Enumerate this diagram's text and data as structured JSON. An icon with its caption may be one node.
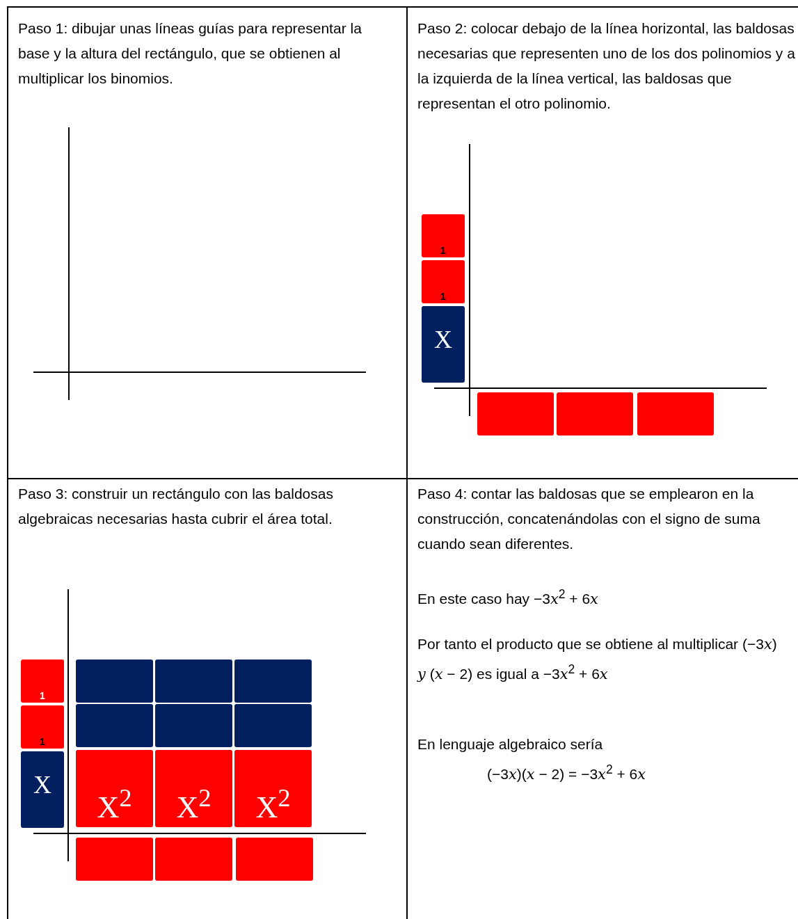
{
  "diagram": {
    "nodes": [
      {
        "text": [
          "Paso 1: dibujar unas líneas guías para representar la base y la altura del rectángulo, que se obtienen al multiplicar  los binomios."
        ]
      },
      {
        "text": [
          "Paso 2: colocar debajo de la línea horizontal, las baldosas necesarias que representen uno de los dos polinomios y a la izquierda de la línea vertical, las baldosas que representan el otro polinomio."
        ]
      },
      {
        "text": [
          "1"
        ],
        "in": 1
      },
      {
        "text": [
          "1"
        ],
        "in": 1
      },
      {
        "text": [
          "X"
        ],
        "in": 1
      },
      {
        "text": [],
        "shape": "box",
        "in": 1
      },
      {
        "text": [],
        "shape": "box",
        "in": 1
      },
      {
        "text": [],
        "shape": "box",
        "in": 1
      },
      {
        "text": [
          "Paso 3: construir un rectángulo con las baldosas algebraicas necesarias hasta cubrir el área total."
        ]
      },
      {
        "text": [
          "1"
        ],
        "in": 8
      },
      {
        "text": [
          "1"
        ],
        "in": 8
      },
      {
        "text": [
          "X"
        ],
        "in": 8
      },
      {
        "text": [],
        "shape": "box",
        "in": 8
      },
      {
        "text": [],
        "shape": "box",
        "in": 8
      },
      {
        "text": [],
        "shape": "box",
        "in": 8
      },
      {
        "text": [],
        "shape": "box",
        "in": 8
      },
      {
        "text": [],
        "shape": "box",
        "in": 8
      },
      {
        "text": [],
        "shape": "box",
        "in": 8
      },
      {
        "text": [
          "X$^{2}$"
        ],
        "in": 8
      },
      {
        "text": [
          "X$^{2}$"
        ],
        "in": 8
      },
      {
        "text": [
          "X$^{2}$"
        ],
        "in": 8
      },
      {
        "text": [],
        "shape": "box",
        "in": 8
      },
      {
        "text": [],
        "shape": "box",
        "in": 8
      },
      {
        "text": [],
        "shape": "box",
        "in": 8
      },
      {
        "text": [
          "Paso 4: contar las baldosas que se emplearon en la construcción, concatenándolas con el signo de suma cuando sean diferentes.",
          "En este caso hay −3𝑥$^{2}$ + 6𝑥",
          "Por tanto el producto que se obtiene al multiplicar (−3𝑥) 𝑦 (𝑥 − 2) es igual a −3𝑥$^{2}$ + 6𝑥",
          "En lenguaje algebraico sería",
          "(−3𝑥)(𝑥 − 2) = −3𝑥$^{2}$ + 6𝑥"
        ]
      }
    ]
  }
}
